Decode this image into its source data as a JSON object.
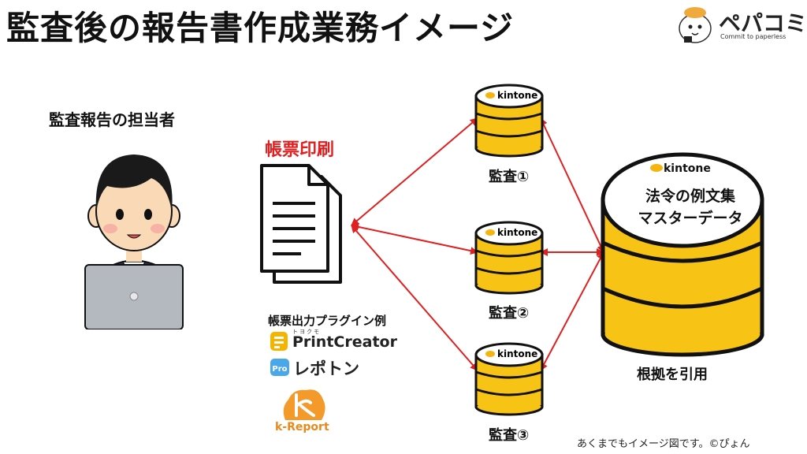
{
  "title": "監査後の報告書作成業務イメージ",
  "brand": {
    "name": "ペパコミ",
    "tagline": "Commit to paperless"
  },
  "person": {
    "label": "監査報告の担当者"
  },
  "document": {
    "label": "帳票印刷"
  },
  "plugins": {
    "label": "帳票出力プラグイン例",
    "items": [
      {
        "name": "PrintCreator",
        "ruby": "トヨクモ"
      },
      {
        "name": "レポトン",
        "badge": "Pro"
      },
      {
        "name": "k-Report"
      }
    ]
  },
  "apps": [
    {
      "label": "監査①",
      "brand": "kintone"
    },
    {
      "label": "監査②",
      "brand": "kintone"
    },
    {
      "label": "監査③",
      "brand": "kintone"
    }
  ],
  "master": {
    "brand": "kintone",
    "line1": "法令の例文集",
    "line2": "マスターデータ"
  },
  "master_caption": "根拠を引用",
  "footnote": "あくまでもイメージ図です。©ぴょん",
  "colors": {
    "accent_red": "#e02020",
    "db_yellow": "#f7c315",
    "kintone_yellow": "#f6b40e"
  }
}
